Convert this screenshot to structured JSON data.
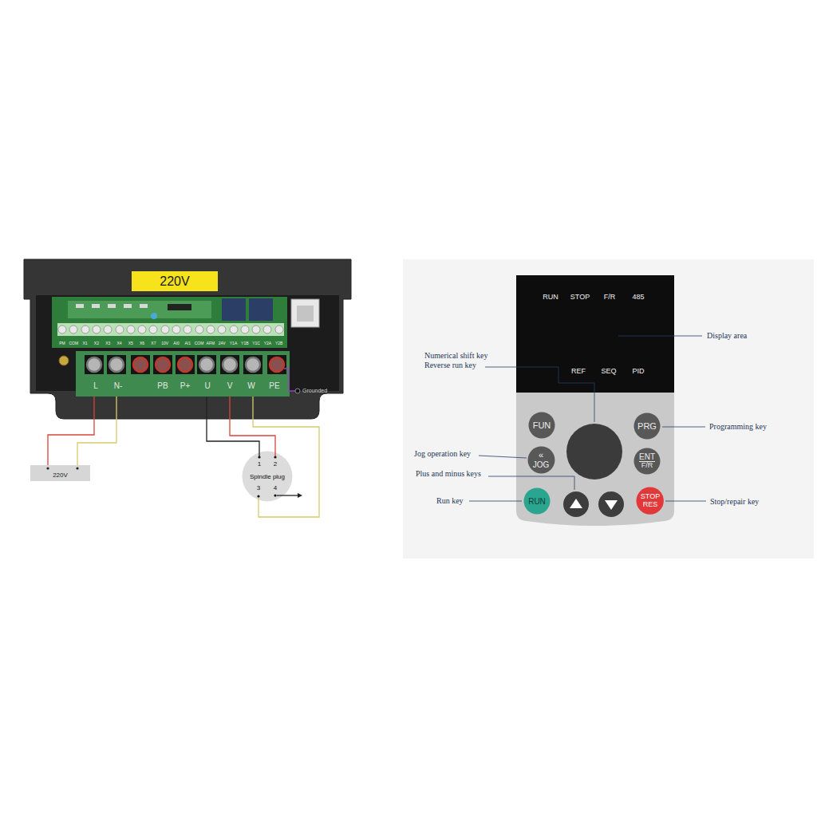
{
  "diagram": {
    "nodes": [
      {
        "text": [
          "220V"
        ]
      },
      {
        "text": [
          "220V"
        ]
      },
      {
        "text": [
          "1",
          "2",
          "Spindle plug",
          "3",
          "4"
        ]
      },
      {
        "text": [
          "RUN",
          "STOP",
          "F/R",
          "485",
          "REF",
          "SEQ",
          "PID"
        ]
      },
      {
        "text": [
          "FUN"
        ]
      },
      {
        "text": [
          "PRG"
        ]
      },
      {
        "text": [
          "«",
          "JOG"
        ]
      },
      {
        "text": [
          "ENT",
          "F/R"
        ]
      },
      {
        "text": [
          "RUN"
        ]
      },
      {
        "text": [
          "STOP",
          "RES"
        ]
      }
    ],
    "labels": [
      "PM",
      "COM",
      "X1",
      "X2",
      "X3",
      "X4",
      "X5",
      "X6",
      "X7",
      "10V",
      "AI0",
      "AI1",
      "COM",
      "AFM",
      "24V",
      "Y1A",
      "Y1B",
      "Y1C",
      "Y2A",
      "Y2B",
      "L",
      "N-",
      "PB",
      "P+",
      "U",
      "V",
      "W",
      "PE",
      "Grounded",
      "Display area",
      "Numerical shift key Reverse run key",
      "Programming key",
      "Jog operation key",
      "Plus and minus keys",
      "Run key",
      "Stop/repair key"
    ]
  }
}
